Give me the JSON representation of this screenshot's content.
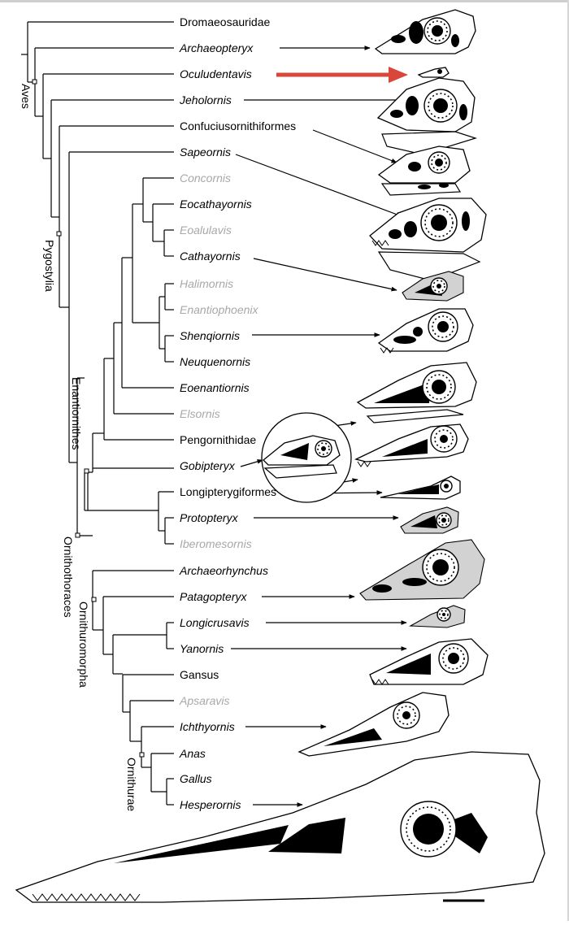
{
  "taxa": [
    {
      "label": "Dromaeosauridae",
      "italic": false,
      "grey": false
    },
    {
      "label": "Archaeopteryx",
      "italic": true,
      "grey": false
    },
    {
      "label": "Oculudentavis",
      "italic": true,
      "grey": false
    },
    {
      "label": "Jeholornis",
      "italic": true,
      "grey": false
    },
    {
      "label": "Confuciusornithiformes",
      "italic": false,
      "grey": false
    },
    {
      "label": "Sapeornis",
      "italic": true,
      "grey": false
    },
    {
      "label": "Concornis",
      "italic": true,
      "grey": true
    },
    {
      "label": "Eocathayornis",
      "italic": true,
      "grey": false
    },
    {
      "label": "Eoalulavis",
      "italic": true,
      "grey": true
    },
    {
      "label": "Cathayornis",
      "italic": true,
      "grey": false
    },
    {
      "label": "Halimornis",
      "italic": true,
      "grey": true
    },
    {
      "label": "Enantiophoenix",
      "italic": true,
      "grey": true
    },
    {
      "label": "Shenqiornis",
      "italic": true,
      "grey": false
    },
    {
      "label": "Neuquenornis",
      "italic": true,
      "grey": false
    },
    {
      "label": "Eoenantiornis",
      "italic": true,
      "grey": false
    },
    {
      "label": "Elsornis",
      "italic": true,
      "grey": true
    },
    {
      "label": "Pengornithidae",
      "italic": false,
      "grey": false
    },
    {
      "label": "Gobipteryx",
      "italic": true,
      "grey": false
    },
    {
      "label": "Longipterygiformes",
      "italic": false,
      "grey": false
    },
    {
      "label": "Protopteryx",
      "italic": true,
      "grey": false
    },
    {
      "label": "Iberomesornis",
      "italic": true,
      "grey": true
    },
    {
      "label": "Archaeorhynchus",
      "italic": true,
      "grey": false
    },
    {
      "label": "Patagopteryx",
      "italic": true,
      "grey": false
    },
    {
      "label": "Longicrusavis",
      "italic": true,
      "grey": false
    },
    {
      "label": "Yanornis",
      "italic": true,
      "grey": false
    },
    {
      "label": "Gansus",
      "italic": false,
      "grey": false
    },
    {
      "label": "Apsaravis",
      "italic": true,
      "grey": true
    },
    {
      "label": "Ichthyornis",
      "italic": true,
      "grey": false
    },
    {
      "label": "Anas",
      "italic": true,
      "grey": false
    },
    {
      "label": "Gallus",
      "italic": true,
      "grey": false
    },
    {
      "label": "Hesperornis",
      "italic": true,
      "grey": false
    }
  ],
  "clades": {
    "aves": "Aves",
    "pygostylia": "Pygostylia",
    "enantiornithes": "Enantiornithes",
    "ornithothoraces": "Ornithothoraces",
    "ornithuromorpha": "Ornithuromorpha",
    "ornithurae": "Ornithurae"
  },
  "colors": {
    "highlight_arrow": "#d9463a",
    "grey_taxon": "#a8a8a8",
    "line": "#000000",
    "skull_grey": "#d2d2d2"
  }
}
